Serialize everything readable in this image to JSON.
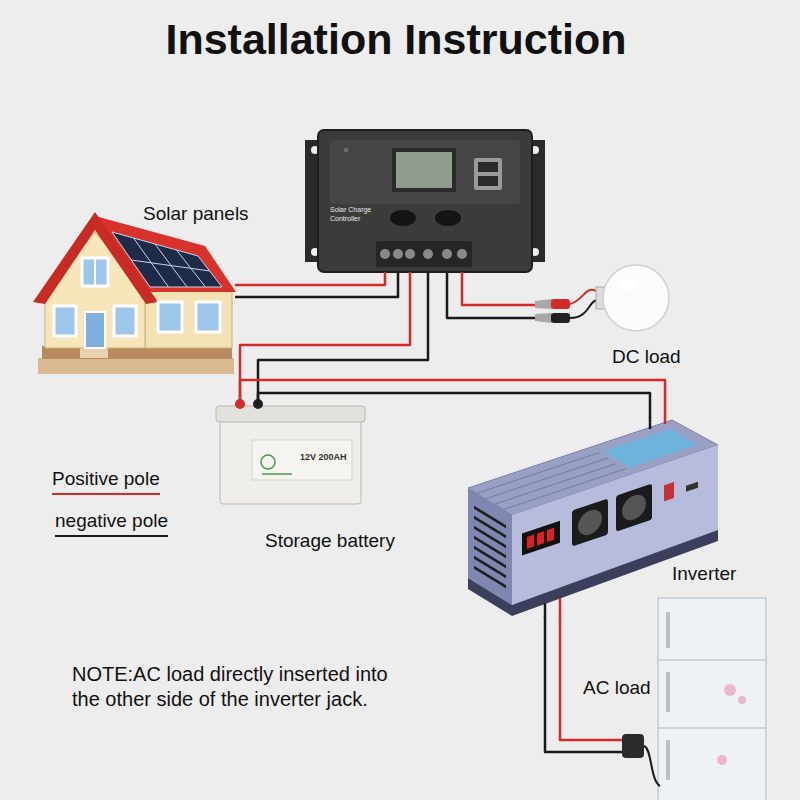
{
  "diagram": {
    "title": "Installation Instruction",
    "nodes": [
      {
        "text": [
          "Solar panels"
        ]
      },
      {
        "text": [
          "Solar Charge Controller"
        ]
      },
      {
        "text": [
          "DC load"
        ]
      },
      {
        "text": [
          "Storage battery",
          "12V 200AH"
        ]
      },
      {
        "text": [
          "Inverter"
        ]
      },
      {
        "text": [
          "AC load"
        ]
      }
    ],
    "edges": [
      {
        "from": 0,
        "to": 1,
        "arrow": "none"
      },
      {
        "from": 1,
        "to": 2,
        "arrow": "none"
      },
      {
        "from": 1,
        "to": 3,
        "arrow": "none"
      },
      {
        "from": 3,
        "to": 4,
        "arrow": "none"
      },
      {
        "from": 4,
        "to": 5,
        "arrow": "none"
      }
    ],
    "labels": [
      "NOTE:AC load directly inserted into the other side of the inverter jack."
    ],
    "legend": [
      {
        "text": "Positive pole",
        "color": "#d42a2a"
      },
      {
        "text": "negative pole",
        "color": "#1a1a1a"
      }
    ]
  }
}
